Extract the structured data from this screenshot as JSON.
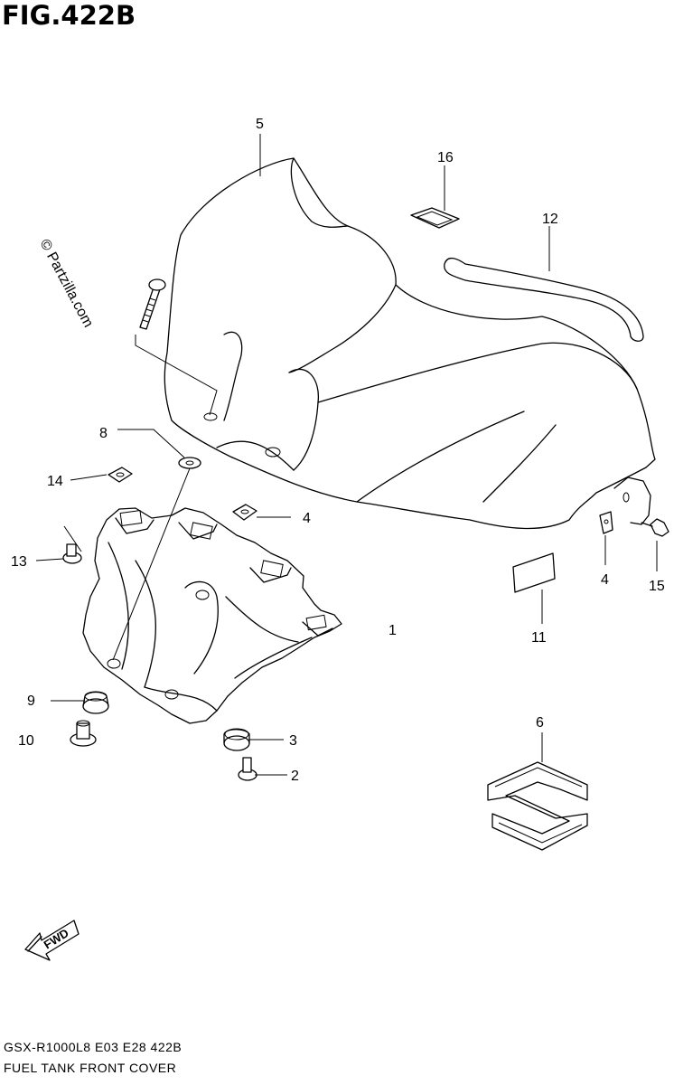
{
  "figure": {
    "title": "FIG.422B",
    "footer_code": "GSX-R1000L8  E03  E28  422B",
    "footer_name": "FUEL TANK FRONT COVER"
  },
  "watermark": "© Partzilla.com",
  "fwd_label": "FWD",
  "callouts": [
    "1",
    "2",
    "3",
    "4",
    "4",
    "5",
    "6",
    "8",
    "9",
    "10",
    "11",
    "12",
    "13",
    "14",
    "15",
    "16"
  ],
  "icons": [
    "fwd-arrow-icon",
    "suzuki-emblem-icon"
  ]
}
